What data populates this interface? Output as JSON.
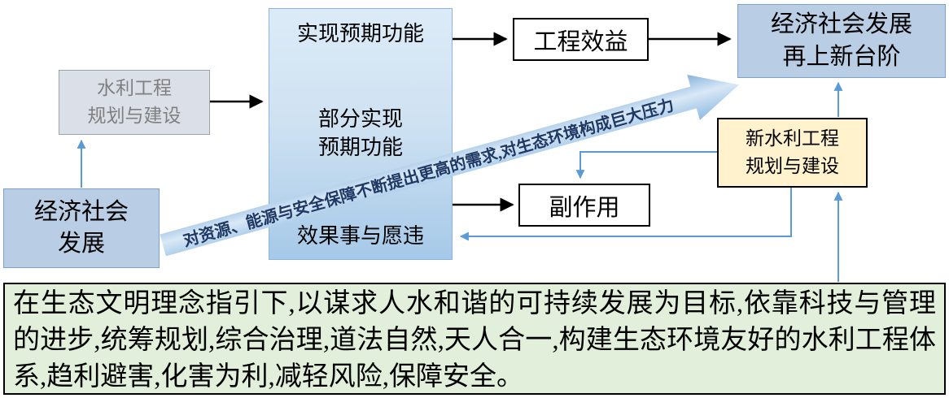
{
  "boxes": {
    "water_planning": {
      "lines": [
        "水利工程",
        "规划与建设"
      ]
    },
    "economy": {
      "lines": [
        "经济社会",
        "发展"
      ]
    },
    "outcomes": {
      "top": "实现预期功能",
      "middle_lines": [
        "部分实现",
        "预期功能"
      ],
      "bottom": "效果事与愿违"
    },
    "benefit": {
      "label": "工程效益"
    },
    "side_effect": {
      "label": "副作用"
    },
    "new_level": {
      "lines": [
        "经济社会发展",
        "再上新台阶"
      ]
    },
    "new_planning": {
      "lines": [
        "新水利工程",
        "规划与建设"
      ]
    }
  },
  "diagonal_arrow": {
    "label": "对资源、能源与安全保障不断提出更高的需求,对生态环境构成巨大压力"
  },
  "footer": {
    "text": "在生态文明理念指引下,以谋求人水和谐的可持续发展为目标,依靠科技与管理的进步,统筹规划,综合治理,道法自然,天人合一,构建生态环境友好的水利工程体系,趋利避害,化害为利,减轻风险,保障安全。"
  },
  "colors": {
    "blue_box_fill": "#b9cde5",
    "gray_box_fill": "#dadfe8",
    "gray_box_text": "#808080",
    "yellow_box_fill": "#fff2cc",
    "green_box_fill": "#e2efda",
    "center_gradient_top": "#dcebf7",
    "center_gradient_bottom": "#a6c9e8",
    "connector_blue": "#5b9bd5",
    "connector_black": "#000000",
    "diagonal_text_color": "#1f3864"
  }
}
